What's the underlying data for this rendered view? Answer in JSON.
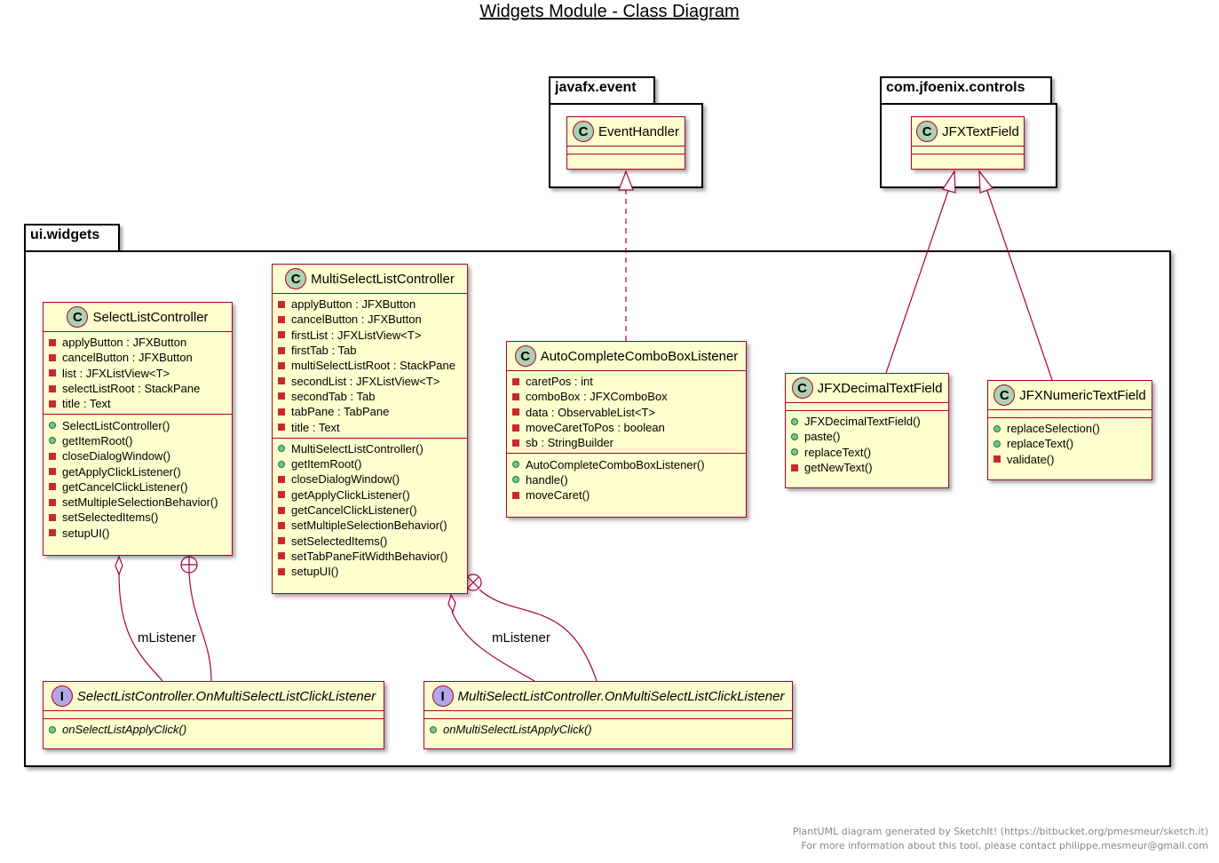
{
  "title": "Widgets Module - Class Diagram",
  "packages": {
    "javafx_event": "javafx.event",
    "jfoenix_controls": "com.jfoenix.controls",
    "ui_widgets": "ui.widgets"
  },
  "classes": {
    "event_handler": {
      "kind": "C",
      "name": "EventHandler",
      "fields": [],
      "methods": []
    },
    "jfx_text_field": {
      "kind": "C",
      "name": "JFXTextField",
      "fields": [],
      "methods": []
    },
    "select_list_controller": {
      "kind": "C",
      "name": "SelectListController",
      "fields": [
        {
          "vis": "private",
          "text": "applyButton : JFXButton"
        },
        {
          "vis": "private",
          "text": "cancelButton : JFXButton"
        },
        {
          "vis": "private",
          "text": "list : JFXListView<T>"
        },
        {
          "vis": "private",
          "text": "selectListRoot : StackPane"
        },
        {
          "vis": "private",
          "text": "title : Text"
        }
      ],
      "methods": [
        {
          "vis": "public",
          "text": "SelectListController()"
        },
        {
          "vis": "public",
          "text": "getItemRoot()"
        },
        {
          "vis": "private",
          "text": "closeDialogWindow()"
        },
        {
          "vis": "private",
          "text": "getApplyClickListener()"
        },
        {
          "vis": "private",
          "text": "getCancelClickListener()"
        },
        {
          "vis": "private",
          "text": "setMultipleSelectionBehavior()"
        },
        {
          "vis": "private",
          "text": "setSelectedItems()"
        },
        {
          "vis": "private",
          "text": "setupUI()"
        }
      ]
    },
    "multi_select_list_controller": {
      "kind": "C",
      "name": "MultiSelectListController",
      "fields": [
        {
          "vis": "private",
          "text": "applyButton : JFXButton"
        },
        {
          "vis": "private",
          "text": "cancelButton : JFXButton"
        },
        {
          "vis": "private",
          "text": "firstList : JFXListView<T>"
        },
        {
          "vis": "private",
          "text": "firstTab : Tab"
        },
        {
          "vis": "private",
          "text": "multiSelectListRoot : StackPane"
        },
        {
          "vis": "private",
          "text": "secondList : JFXListView<T>"
        },
        {
          "vis": "private",
          "text": "secondTab : Tab"
        },
        {
          "vis": "private",
          "text": "tabPane : TabPane"
        },
        {
          "vis": "private",
          "text": "title : Text"
        }
      ],
      "methods": [
        {
          "vis": "public",
          "text": "MultiSelectListController()"
        },
        {
          "vis": "public",
          "text": "getItemRoot()"
        },
        {
          "vis": "private",
          "text": "closeDialogWindow()"
        },
        {
          "vis": "private",
          "text": "getApplyClickListener()"
        },
        {
          "vis": "private",
          "text": "getCancelClickListener()"
        },
        {
          "vis": "private",
          "text": "setMultipleSelectionBehavior()"
        },
        {
          "vis": "private",
          "text": "setSelectedItems()"
        },
        {
          "vis": "private",
          "text": "setTabPaneFitWidthBehavior()"
        },
        {
          "vis": "private",
          "text": "setupUI()"
        }
      ]
    },
    "auto_complete_listener": {
      "kind": "C",
      "name": "AutoCompleteComboBoxListener",
      "fields": [
        {
          "vis": "private",
          "text": "caretPos : int"
        },
        {
          "vis": "private",
          "text": "comboBox : JFXComboBox"
        },
        {
          "vis": "private",
          "text": "data : ObservableList<T>"
        },
        {
          "vis": "private",
          "text": "moveCaretToPos : boolean"
        },
        {
          "vis": "private",
          "text": "sb : StringBuilder"
        }
      ],
      "methods": [
        {
          "vis": "public",
          "text": "AutoCompleteComboBoxListener()"
        },
        {
          "vis": "public",
          "text": "handle()"
        },
        {
          "vis": "private",
          "text": "moveCaret()"
        }
      ]
    },
    "jfx_decimal_text_field": {
      "kind": "C",
      "name": "JFXDecimalTextField",
      "fields": [],
      "methods": [
        {
          "vis": "public",
          "text": "JFXDecimalTextField()"
        },
        {
          "vis": "public",
          "text": "paste()"
        },
        {
          "vis": "public",
          "text": "replaceText()"
        },
        {
          "vis": "private",
          "text": "getNewText()"
        }
      ]
    },
    "jfx_numeric_text_field": {
      "kind": "C",
      "name": "JFXNumericTextField",
      "fields": [],
      "methods": [
        {
          "vis": "public",
          "text": "replaceSelection()"
        },
        {
          "vis": "public",
          "text": "replaceText()"
        },
        {
          "vis": "private",
          "text": "validate()"
        }
      ]
    },
    "select_list_listener": {
      "kind": "I",
      "name": "SelectListController.OnMultiSelectListClickListener",
      "fields": [],
      "methods": [
        {
          "vis": "public",
          "text": "onSelectListApplyClick()",
          "abstract": true
        }
      ]
    },
    "multi_select_list_listener": {
      "kind": "I",
      "name": "MultiSelectListController.OnMultiSelectListClickListener",
      "fields": [],
      "methods": [
        {
          "vis": "public",
          "text": "onMultiSelectListApplyClick()",
          "abstract": true
        }
      ]
    }
  },
  "links": {
    "select_label": "mListener",
    "multi_label": "mListener"
  },
  "footer": {
    "line1": "PlantUML diagram generated by SketchIt! (https://bitbucket.org/pmesmeur/sketch.it)",
    "line2": "For more information about this tool, please contact philippe.mesmeur@gmail.com"
  },
  "colors": {
    "class_fill": "#FEFECE",
    "class_border": "#A80036",
    "class_glyph": "#ADD1B2",
    "interface_glyph": "#B4A7E5",
    "public_marker": "#84BE84",
    "private_marker": "#C82930"
  }
}
